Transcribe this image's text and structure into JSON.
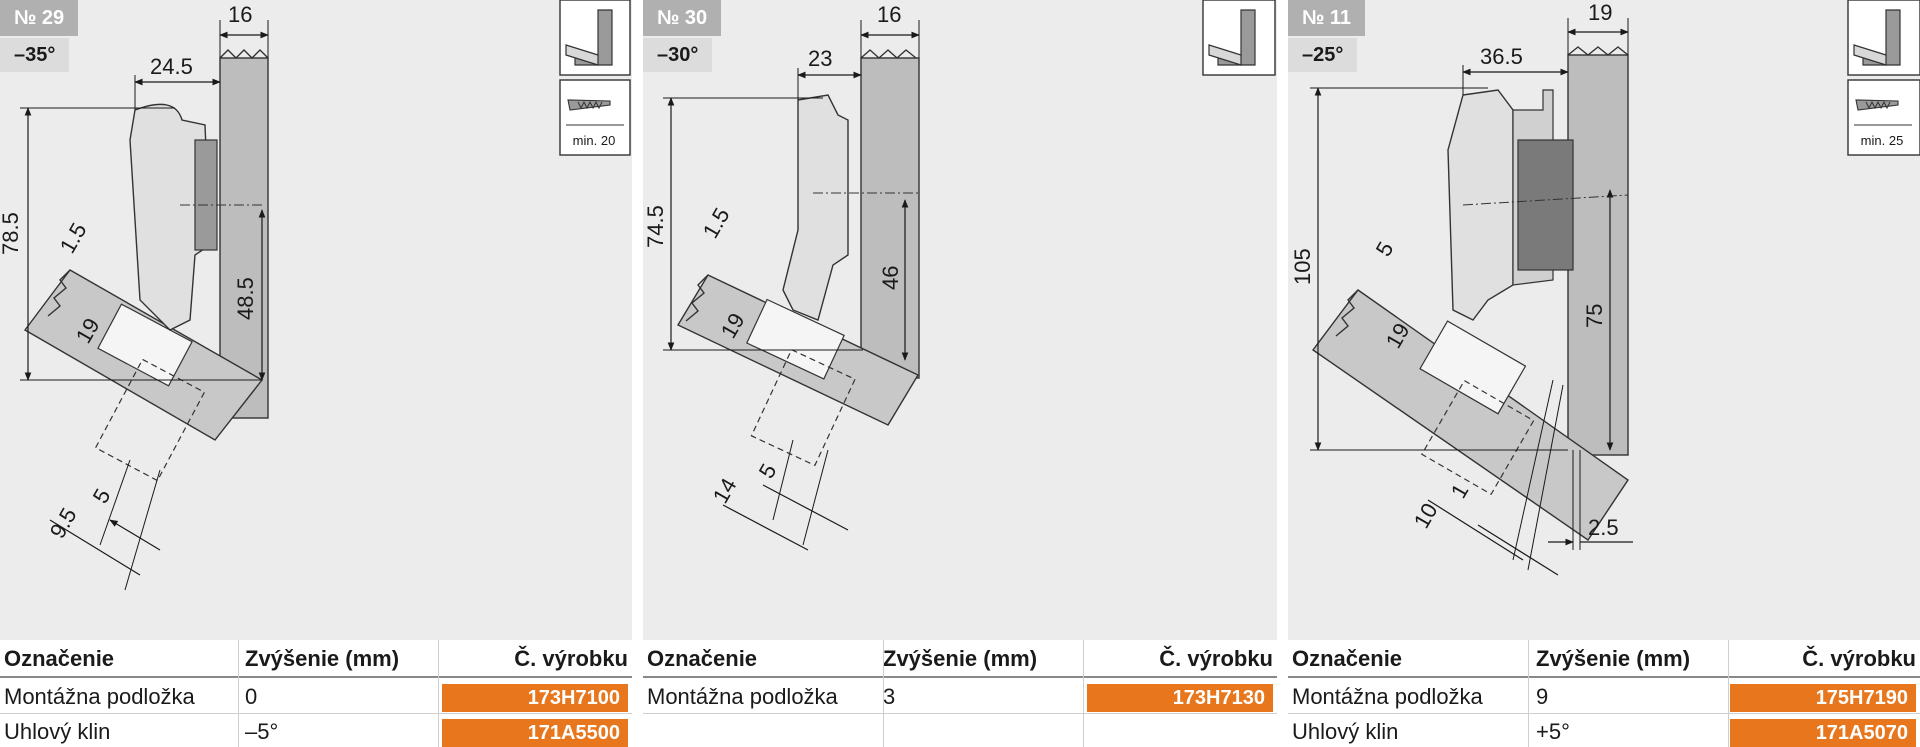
{
  "panels": [
    {
      "number": "№ 29",
      "angle": "–35°",
      "screw_label": "min. 20",
      "dims": {
        "d1": "16",
        "d2": "24.5",
        "d3": "78.5",
        "d4": "1.5",
        "d5": "19",
        "d6": "48.5",
        "d7": "5",
        "d8": "9.5"
      },
      "table": {
        "headers": [
          "Označenie",
          "Zvýšenie (mm)",
          "Č. výrobku"
        ],
        "rows": [
          {
            "name": "Montážna podložka",
            "value": "0",
            "code": "173H7100"
          },
          {
            "name": "Uhlový klin",
            "value": "–5°",
            "code": "171A5500"
          }
        ]
      }
    },
    {
      "number": "№ 30",
      "angle": "–30°",
      "dims": {
        "d1": "16",
        "d2": "23",
        "d3": "74.5",
        "d4": "1.5",
        "d5": "19",
        "d6": "46",
        "d7": "5",
        "d8": "14"
      },
      "table": {
        "headers": [
          "Označenie",
          "Zvýšenie (mm)",
          "Č. výrobku"
        ],
        "rows": [
          {
            "name": "Montážna podložka",
            "value": "3",
            "code": "173H7130"
          }
        ]
      }
    },
    {
      "number": "№ 11",
      "angle": "–25°",
      "screw_label": "min. 25",
      "dims": {
        "d1": "19",
        "d2": "36.5",
        "d3": "105",
        "d4": "5",
        "d5": "19",
        "d6": "75",
        "d7": "1",
        "d8": "10",
        "d9": "2.5"
      },
      "table": {
        "headers": [
          "Označenie",
          "Zvýšenie (mm)",
          "Č. výrobku"
        ],
        "rows": [
          {
            "name": "Montážna podložka",
            "value": "9",
            "code": "175H7190"
          },
          {
            "name": "Uhlový klin",
            "value": "+5°",
            "code": "171A5070"
          }
        ]
      }
    }
  ]
}
